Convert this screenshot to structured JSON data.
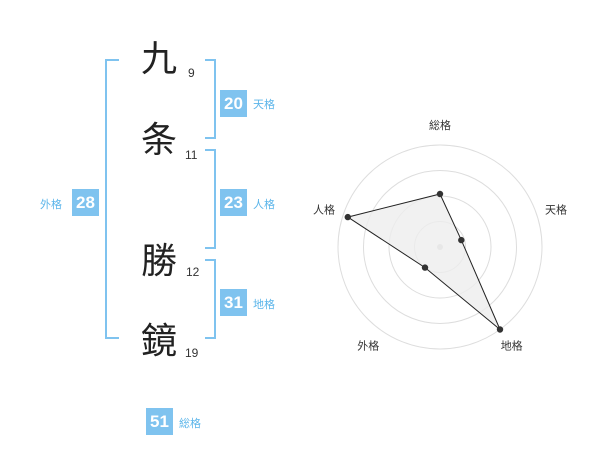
{
  "name_chars": [
    {
      "char": "九",
      "strokes": "9"
    },
    {
      "char": "条",
      "strokes": "11"
    },
    {
      "char": "勝",
      "strokes": "12"
    },
    {
      "char": "鏡",
      "strokes": "19"
    }
  ],
  "fortune": {
    "tenkaku": {
      "label": "天格",
      "value": "20"
    },
    "jinkaku": {
      "label": "人格",
      "value": "23"
    },
    "chikaku": {
      "label": "地格",
      "value": "31"
    },
    "gaikaku": {
      "label": "外格",
      "value": "28"
    },
    "soukaku": {
      "label": "総格",
      "value": "51"
    }
  },
  "chart_data": {
    "type": "radar",
    "axes": [
      "総格",
      "天格",
      "地格",
      "外格",
      "人格"
    ],
    "values": [
      0.52,
      0.22,
      1.0,
      0.25,
      0.95
    ],
    "max": 1.0,
    "rings": 4,
    "grid": true,
    "colors": {
      "line": "#222222",
      "fill": "#eeeeee",
      "ring": "#dddddd",
      "point": "#333333",
      "center": "#cccccc"
    }
  }
}
